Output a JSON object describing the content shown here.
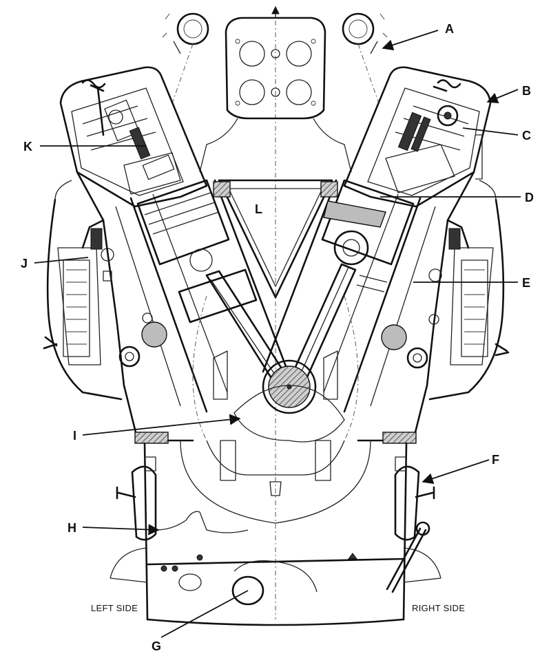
{
  "labels": {
    "A": "A",
    "B": "B",
    "C": "C",
    "D": "D",
    "E": "E",
    "F": "F",
    "G": "G",
    "H": "H",
    "I": "I",
    "J": "J",
    "K": "K",
    "L": "L"
  },
  "side_labels": {
    "left": "LEFT SIDE",
    "right": "RIGHT SIDE"
  }
}
